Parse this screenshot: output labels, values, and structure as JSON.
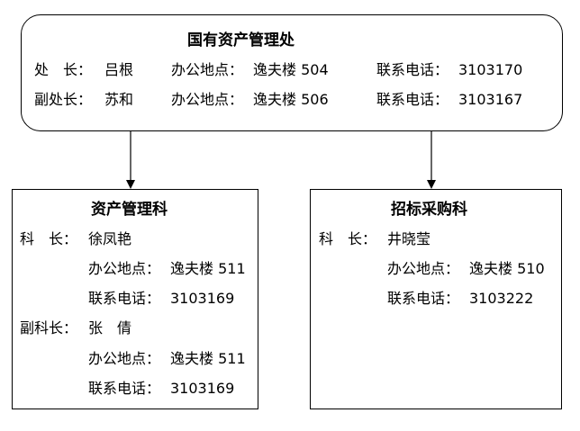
{
  "top": {
    "title": "国有资产管理处",
    "rows": [
      {
        "role": "处　长：",
        "name": "吕根",
        "office_label": "办公地点：",
        "office": "逸夫楼 504",
        "phone_label": "联系电话：",
        "phone": "3103170"
      },
      {
        "role": "副处长：",
        "name": "苏和",
        "office_label": "办公地点：",
        "office": "逸夫楼 506",
        "phone_label": "联系电话：",
        "phone": "3103167"
      }
    ]
  },
  "left": {
    "title": "资产管理科",
    "head": {
      "role": "科　长：",
      "name": "徐凤艳",
      "office_label": "办公地点：",
      "office": "逸夫楼 511",
      "phone_label": "联系电话：",
      "phone": "3103169"
    },
    "deputy": {
      "role": "副科长：",
      "name": "张　倩",
      "office_label": "办公地点：",
      "office": "逸夫楼 511",
      "phone_label": "联系电话：",
      "phone": "3103169"
    }
  },
  "right": {
    "title": "招标采购科",
    "head": {
      "role": "科　长：",
      "name": "井晓莹",
      "office_label": "办公地点：",
      "office": "逸夫楼 510",
      "phone_label": "联系电话：",
      "phone": "3103222"
    }
  }
}
